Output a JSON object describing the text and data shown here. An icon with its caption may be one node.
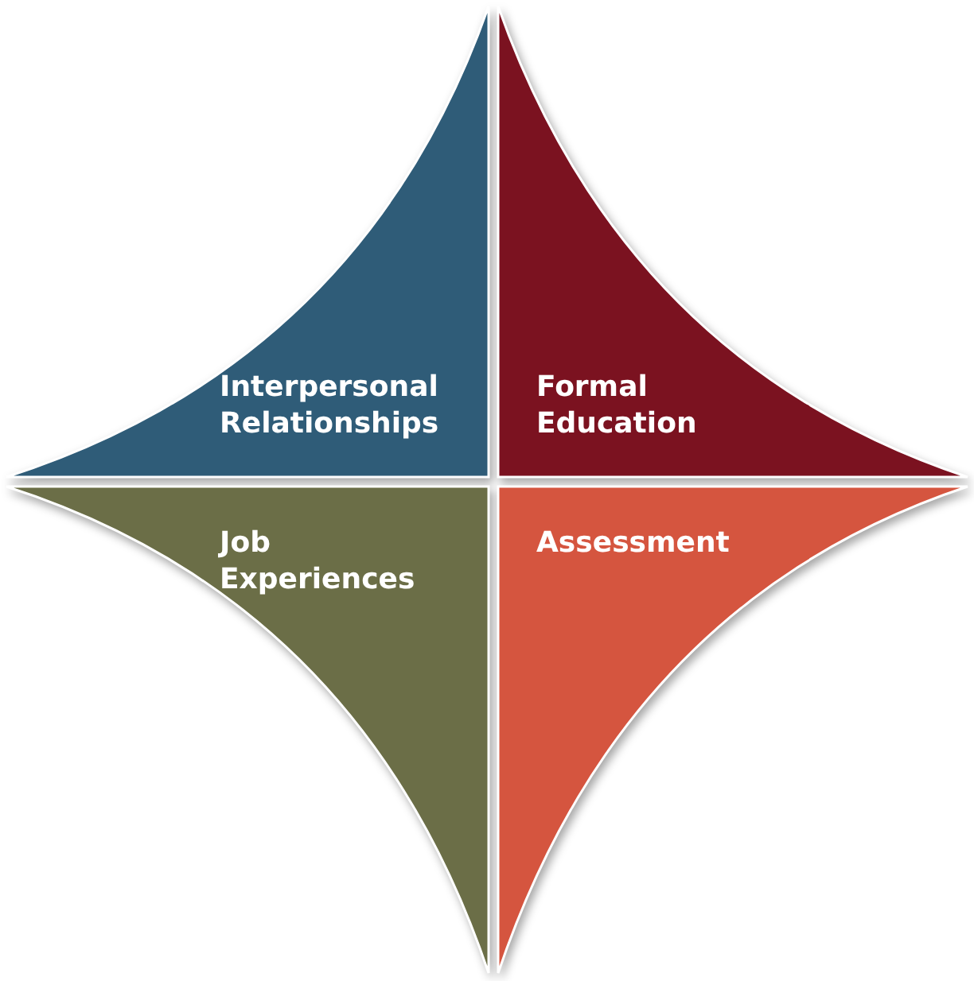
{
  "diagram": {
    "nodes": [
      {
        "text": [
          "Interpersonal Relationships"
        ]
      },
      {
        "text": [
          "Formal Education"
        ]
      },
      {
        "text": [
          "Job Experiences"
        ]
      },
      {
        "text": [
          "Assessment"
        ]
      }
    ]
  }
}
